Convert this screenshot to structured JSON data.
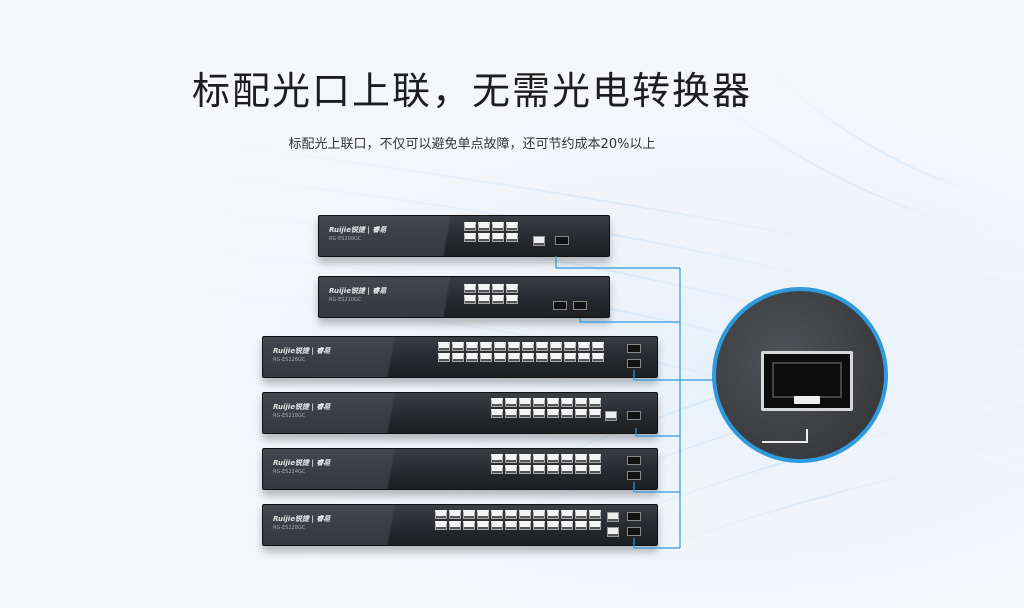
{
  "headline": "标配光口上联，无需光电转换器",
  "subline": "标配光上联口，不仅可以避免单点故障，还可节约成本20%以上",
  "colors": {
    "accent": "#2f9bdc",
    "switch_body": "#26292d"
  },
  "switches": [
    {
      "brand": "Ruijie锐捷 | 睿易",
      "model": "RG-ES208GC"
    },
    {
      "brand": "Ruijie锐捷 | 睿易",
      "model": "RG-ES210GC"
    },
    {
      "brand": "Ruijie锐捷 | 睿易",
      "model": "RG-ES226GC"
    },
    {
      "brand": "Ruijie锐捷 | 睿易",
      "model": "RG-ES218GC"
    },
    {
      "brand": "Ruijie锐捷 | 睿易",
      "model": "RG-ES224GC"
    },
    {
      "brand": "Ruijie锐捷 | 睿易",
      "model": "RG-ES228GC"
    }
  ]
}
